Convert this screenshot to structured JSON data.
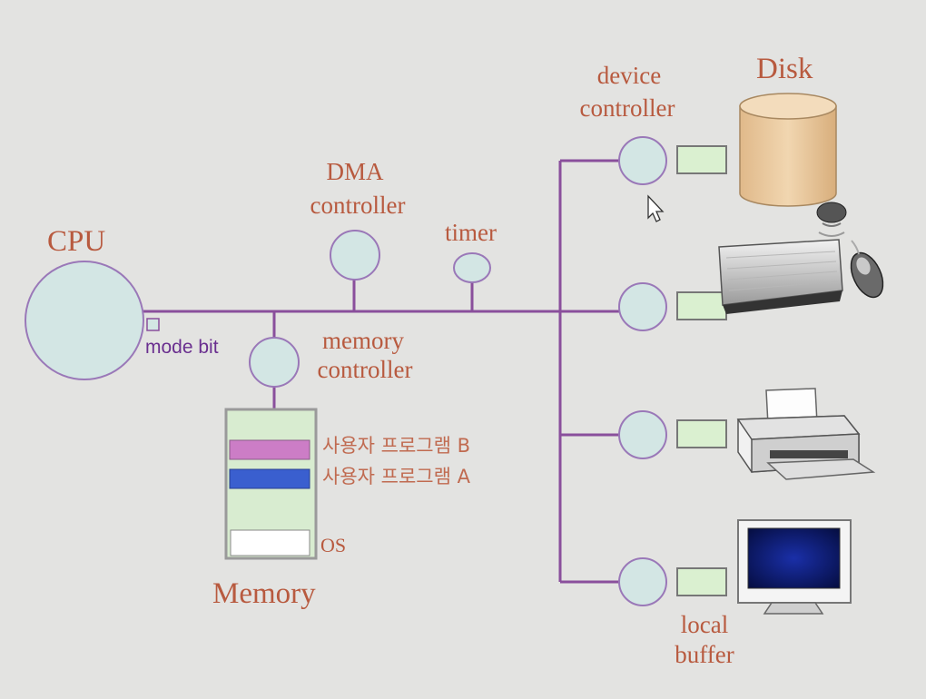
{
  "labels": {
    "cpu": "CPU",
    "mode_bit": "mode bit",
    "dma_line1": "DMA",
    "dma_line2": "controller",
    "timer": "timer",
    "memctrl_line1": "memory",
    "memctrl_line2": "controller",
    "memory": "Memory",
    "program_b": "사용자 프로그램 B",
    "program_a": "사용자 프로그램 A",
    "os": "OS",
    "devctrl_line1": "device",
    "devctrl_line2": "controller",
    "disk": "Disk",
    "local_line1": "local",
    "local_line2": "buffer"
  },
  "colors": {
    "background": "#e3e3e1",
    "label_text": "#b85a3f",
    "bus_line": "#8a4f9c",
    "node_fill": "#d3e6e4",
    "buffer_fill": "#daf0d0",
    "memory_fill": "#d8ecd0",
    "program_b": "#cc7dc6",
    "program_a": "#3a5fcf",
    "disk_fill": "#e9c79e",
    "mode_bit_text": "#6a2f8f"
  },
  "icons": [
    "disk-icon",
    "keyboard-icon",
    "mouse-icon",
    "printer-icon",
    "monitor-icon",
    "mouse-cursor-icon"
  ]
}
